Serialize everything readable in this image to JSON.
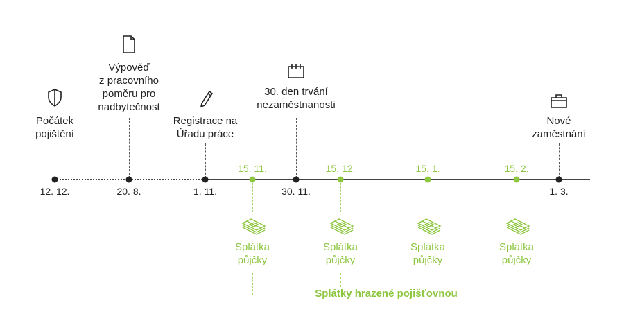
{
  "colors": {
    "accent": "#8dc63f",
    "dark": "#222222"
  },
  "milestones": [
    {
      "icon": "shield-icon",
      "label": [
        "Počátek",
        "pojištění"
      ],
      "date": "12. 12."
    },
    {
      "icon": "document-icon",
      "label": [
        "Výpověď",
        "z pracovního",
        "poměru pro",
        "nadbytečnost"
      ],
      "date": "20. 8."
    },
    {
      "icon": "pencil-icon",
      "label": [
        "Registrace na",
        "Úřadu práce"
      ],
      "date": "1. 11."
    },
    {
      "icon": "calendar-icon",
      "label": [
        "30. den trvání",
        "nezaměstnanosti"
      ],
      "date": "30. 11."
    },
    {
      "icon": "briefcase-icon",
      "label": [
        "Nové",
        "zaměstnání"
      ],
      "date": "1. 3."
    }
  ],
  "payments": [
    {
      "date": "15. 11.",
      "label": [
        "Splátka",
        "půjčky"
      ],
      "icon": "money-icon"
    },
    {
      "date": "15. 12.",
      "label": [
        "Splátka",
        "půjčky"
      ],
      "icon": "money-icon"
    },
    {
      "date": "15. 1.",
      "label": [
        "Splátka",
        "půjčky"
      ],
      "icon": "money-icon"
    },
    {
      "date": "15. 2.",
      "label": [
        "Splátka",
        "půjčky"
      ],
      "icon": "money-icon"
    }
  ],
  "bracket_label": "Splátky hrazené pojišťovnou"
}
